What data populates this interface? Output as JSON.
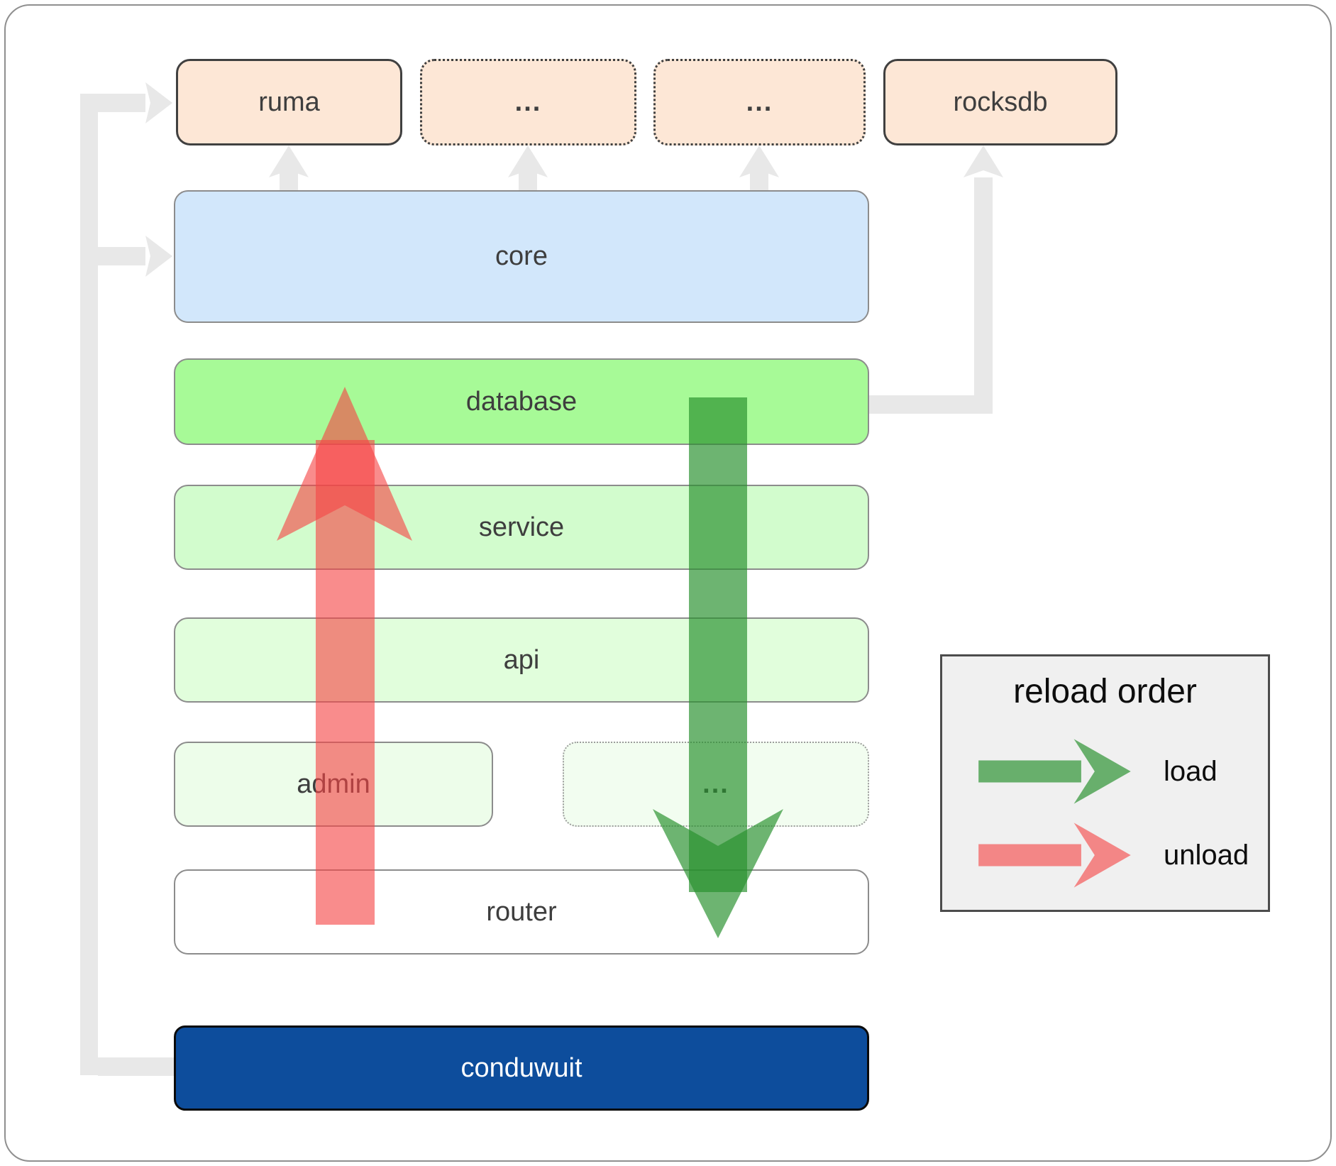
{
  "colors": {
    "outerborder": "#8f8f8f",
    "connector": "#e8e8e8",
    "peach": "#fde7d6",
    "blue": "#d2e7fb",
    "greendb": "#a7fa97",
    "greensvc": "#d2fccd",
    "greenapi": "#e1fedc",
    "greenadmin": "#edfdea",
    "greendots": "#f2fdf0",
    "whitebox": "#ffffff",
    "navy": "#0d4d9c",
    "textdark": "#3e3e3e",
    "textlight": "#ffffff",
    "legendbg": "#f0f0f0",
    "legendborder": "#4c4c4c",
    "borderdark": "#404040",
    "bordergray": "#8c8c8c",
    "load": "rgba(40,145,45,0.68)",
    "unload": "rgba(246,70,70,0.62)"
  },
  "diagram": {
    "nodes": {
      "ruma": "ruma",
      "ellipsis_top_1": "...",
      "ellipsis_top_2": "...",
      "rocksdb": "rocksdb",
      "core": "core",
      "database": "database",
      "service": "service",
      "api": "api",
      "admin": "admin",
      "ellipsis_mid": "...",
      "router": "router",
      "conduwuit": "conduwuit"
    },
    "legend": {
      "title": "reload order",
      "items": [
        {
          "label": "load"
        },
        {
          "label": "unload"
        }
      ]
    }
  }
}
